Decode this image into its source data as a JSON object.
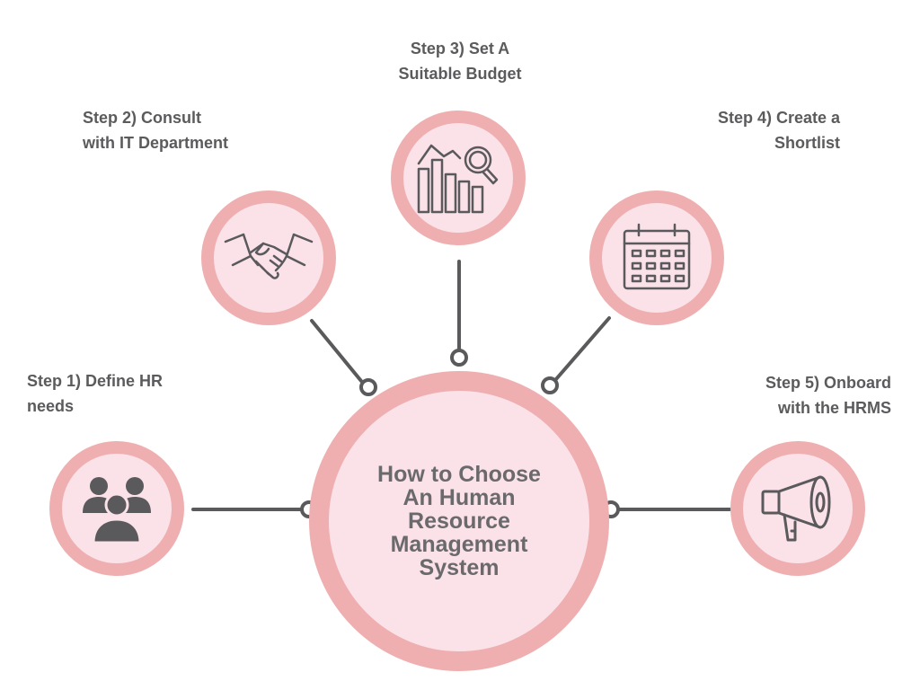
{
  "center": {
    "lines": [
      "How to Choose",
      "An Human",
      "Resource",
      "Management",
      "System"
    ]
  },
  "steps": [
    {
      "lines": [
        "Step 1) Define HR",
        "needs"
      ],
      "icon": "people-group-icon"
    },
    {
      "lines": [
        "Step 2) Consult",
        "with IT Department"
      ],
      "icon": "handshake-icon"
    },
    {
      "lines": [
        "Step 3) Set A",
        "Suitable Budget"
      ],
      "icon": "bar-chart-magnifier-icon"
    },
    {
      "lines": [
        "Step 4) Create a",
        "Shortlist"
      ],
      "icon": "calendar-icon"
    },
    {
      "lines": [
        "Step 5) Onboard",
        "with the HRMS"
      ],
      "icon": "megaphone-icon"
    }
  ],
  "colors": {
    "ring": "#efafb0",
    "fill": "#fbe1e8",
    "text": "#5b5b5d",
    "connector": "#5a5a5c"
  }
}
